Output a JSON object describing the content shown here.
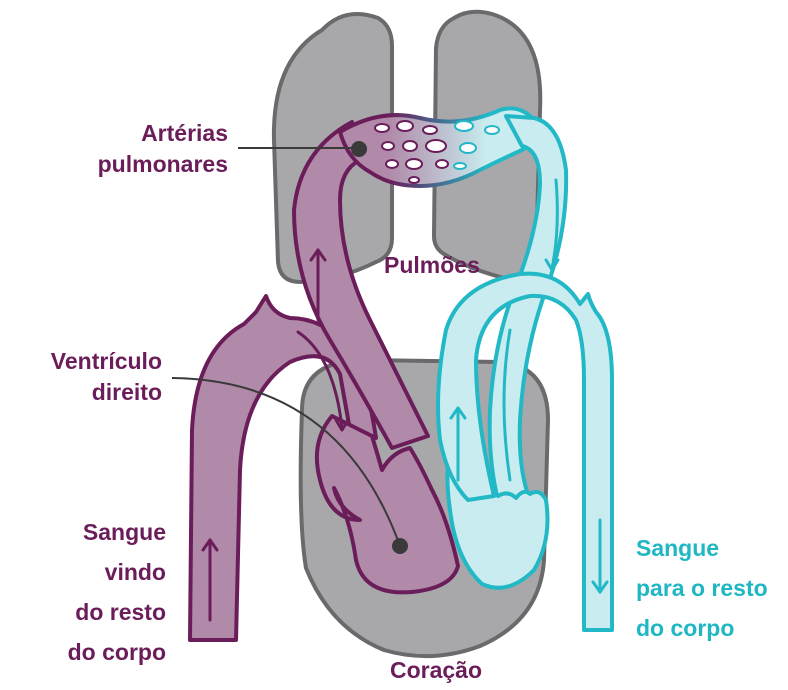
{
  "labels": {
    "arterias": [
      "Artérias",
      "pulmonares"
    ],
    "pulmoes": "Pulmões",
    "ventriculo": [
      "Ventrículo",
      "direito"
    ],
    "sangue_vindo": [
      "Sangue",
      "vindo",
      "do resto",
      "do corpo"
    ],
    "sangue_para": [
      "Sangue",
      "para o resto",
      "do corpo"
    ],
    "coracao": "Coração"
  },
  "colors": {
    "deoxygenated": "#b08aa8",
    "deoxygenated_outline": "#6b1d5a",
    "oxygenated": "#c8ecef",
    "oxygenated_outline": "#22b8c6",
    "organ_fill": "#a8a8aa",
    "organ_outline": "#6a6a6c",
    "text_purple": "#6b1d5a",
    "text_cyan": "#1fb7c4",
    "pointer_line": "#3a3a3a"
  }
}
